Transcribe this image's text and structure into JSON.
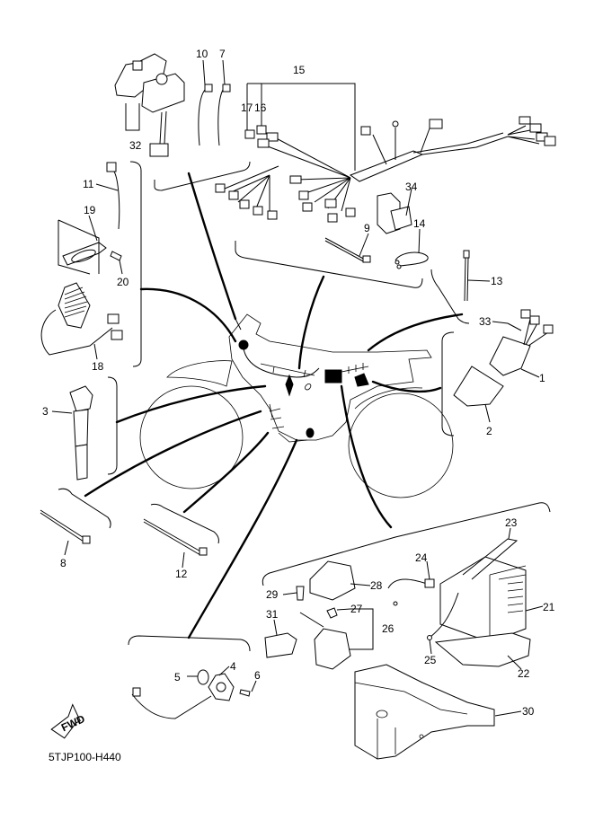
{
  "diagram": {
    "code": "5TJP100-H440",
    "fwd_label": "FWD",
    "callouts": [
      {
        "id": "1",
        "text": "1"
      },
      {
        "id": "2",
        "text": "2"
      },
      {
        "id": "3",
        "text": "3"
      },
      {
        "id": "4",
        "text": "4"
      },
      {
        "id": "5",
        "text": "5"
      },
      {
        "id": "6",
        "text": "6"
      },
      {
        "id": "7",
        "text": "7"
      },
      {
        "id": "8",
        "text": "8"
      },
      {
        "id": "9",
        "text": "9"
      },
      {
        "id": "10",
        "text": "10"
      },
      {
        "id": "11",
        "text": "11"
      },
      {
        "id": "12",
        "text": "12"
      },
      {
        "id": "13",
        "text": "13"
      },
      {
        "id": "14",
        "text": "14"
      },
      {
        "id": "15",
        "text": "15"
      },
      {
        "id": "16",
        "text": "16"
      },
      {
        "id": "17",
        "text": "17"
      },
      {
        "id": "18",
        "text": "18"
      },
      {
        "id": "19",
        "text": "19"
      },
      {
        "id": "20",
        "text": "20"
      },
      {
        "id": "21",
        "text": "21"
      },
      {
        "id": "22",
        "text": "22"
      },
      {
        "id": "23",
        "text": "23"
      },
      {
        "id": "24",
        "text": "24"
      },
      {
        "id": "25",
        "text": "25"
      },
      {
        "id": "26",
        "text": "26"
      },
      {
        "id": "27",
        "text": "27"
      },
      {
        "id": "28",
        "text": "28"
      },
      {
        "id": "29",
        "text": "29"
      },
      {
        "id": "30",
        "text": "30"
      },
      {
        "id": "31",
        "text": "31"
      },
      {
        "id": "32",
        "text": "32"
      },
      {
        "id": "33",
        "text": "33"
      },
      {
        "id": "34",
        "text": "34"
      }
    ]
  }
}
